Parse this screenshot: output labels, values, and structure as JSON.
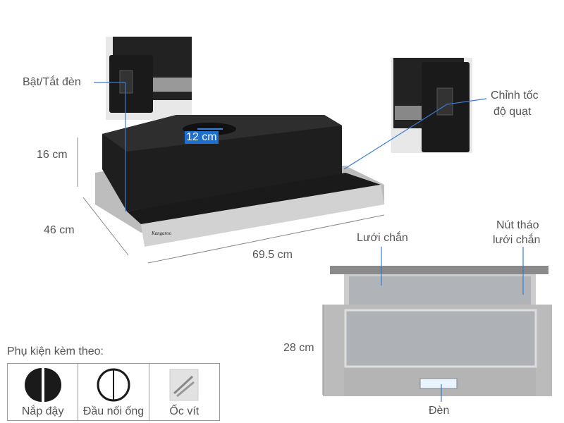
{
  "labels": {
    "light_switch": "Bật/Tắt đèn",
    "fan_speed_line1": "Chỉnh tốc",
    "fan_speed_line2": "độ quạt",
    "height": "16 cm",
    "depth": "46 cm",
    "width": "69.5 cm",
    "duct": "12 cm",
    "filter": "Lưới chắn",
    "filter_release_line1": "Nút tháo",
    "filter_release_line2": "lưới chắn",
    "front_height": "28 cm",
    "lamp": "Đèn",
    "brand": "Kangaroo"
  },
  "accessories": {
    "title": "Phụ kiện kèm theo:",
    "items": [
      {
        "label": "Nắp đậy",
        "icon": "half-disc-caps-icon"
      },
      {
        "label": "Đầu nối ống",
        "icon": "duct-connector-ring-icon"
      },
      {
        "label": "Ốc vít",
        "icon": "screw-bag-icon"
      }
    ]
  },
  "colors": {
    "accent": "#1f6fd1",
    "line": "#3a7bd5",
    "body": "#2b2b2b",
    "steel": "#c8c8c8"
  }
}
